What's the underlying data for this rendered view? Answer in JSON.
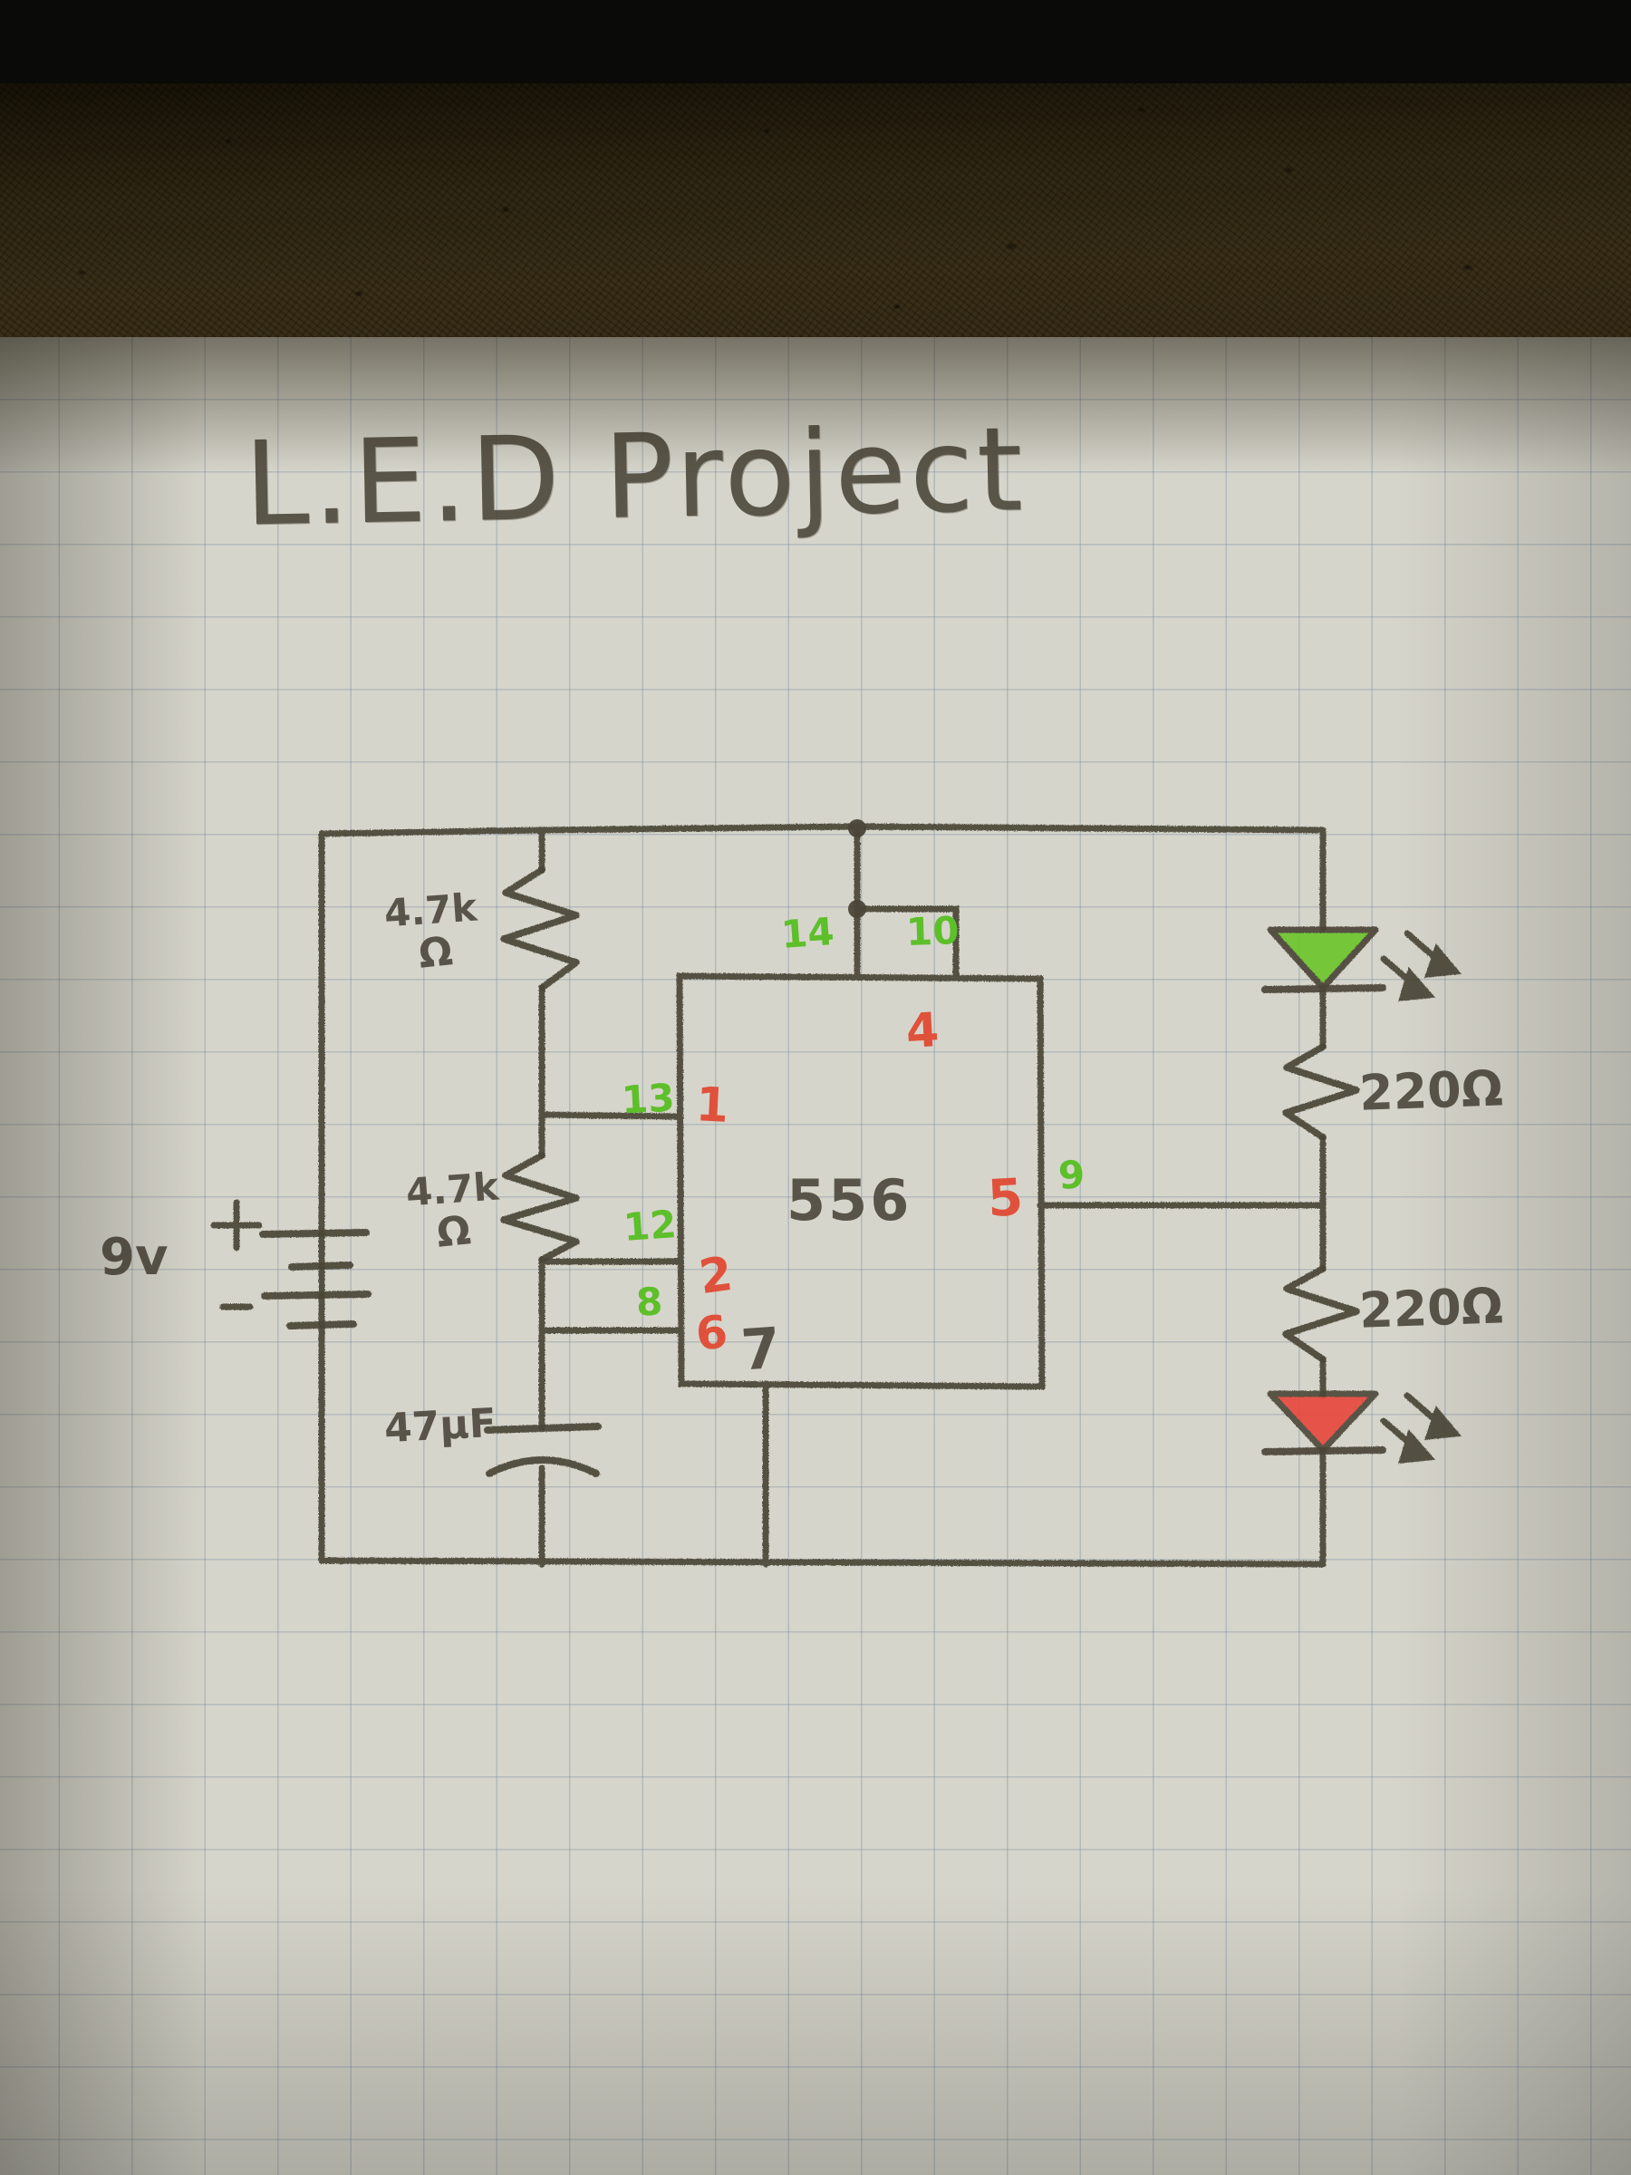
{
  "document": {
    "title": "L.E.D Project",
    "medium": "hand-drawn pencil schematic on blue graph paper",
    "surface_colors": {
      "paper": "#d6d5cb",
      "grid_line": "#7b8ca0",
      "pencil": "#4f4a3e",
      "green_marker": "#5dbf2a",
      "red_marker": "#e0513c",
      "cork_border": "#4a3c1e"
    }
  },
  "schematic": {
    "ic": {
      "label": "556",
      "pins_left_outside": [
        "13",
        "12",
        "8"
      ],
      "pins_left_inside": [
        "1",
        "2",
        "6"
      ],
      "pins_top": [
        "14",
        "10"
      ],
      "pin_top_inside": "4",
      "pins_right_inside": "5",
      "pins_right_outside": "9",
      "pin_bottom": "7"
    },
    "power": {
      "voltage_label": "9v",
      "plus_label": "+",
      "minus_label": "-"
    },
    "components": [
      {
        "name": "resistor-r1",
        "value": "4.7kΩ",
        "display": "4.7k",
        "unit": "Ω"
      },
      {
        "name": "resistor-r2",
        "value": "4.7kΩ",
        "display": "4.7k",
        "unit": "Ω"
      },
      {
        "name": "capacitor-c1",
        "value": "47µF",
        "display": "47µF"
      },
      {
        "name": "resistor-r3",
        "value": "220Ω",
        "display": "220Ω"
      },
      {
        "name": "resistor-r4",
        "value": "220Ω",
        "display": "220Ω"
      }
    ],
    "leds": [
      {
        "name": "led-green",
        "color": "#69c22c",
        "label": ""
      },
      {
        "name": "led-red",
        "color": "#e8463c",
        "label": ""
      }
    ]
  },
  "labels": {
    "r1_value": "4.7k",
    "r1_unit": "Ω",
    "r2_value": "4.7k",
    "r2_unit": "Ω",
    "cap_value": "47µF",
    "r3_value": "220Ω",
    "r4_value": "220Ω",
    "battery_voltage": "9v",
    "battery_plus": "+",
    "battery_minus": "-",
    "ic_name": "556",
    "pin_14": "14",
    "pin_10": "10",
    "pin_4": "4",
    "pin_13": "13",
    "pin_1": "1",
    "pin_12": "12",
    "pin_2": "2",
    "pin_8": "8",
    "pin_6": "6",
    "pin_7": "7",
    "pin_5": "5",
    "pin_9": "9"
  }
}
